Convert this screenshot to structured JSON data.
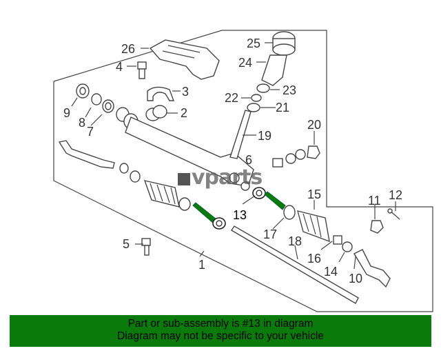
{
  "callouts": [
    {
      "id": "1",
      "text": "1"
    },
    {
      "id": "2",
      "text": "2"
    },
    {
      "id": "3",
      "text": "3"
    },
    {
      "id": "4",
      "text": "4"
    },
    {
      "id": "5",
      "text": "5"
    },
    {
      "id": "6",
      "text": "6"
    },
    {
      "id": "7",
      "text": "7"
    },
    {
      "id": "8",
      "text": "8"
    },
    {
      "id": "9",
      "text": "9"
    },
    {
      "id": "10",
      "text": "10"
    },
    {
      "id": "11",
      "text": "11"
    },
    {
      "id": "12",
      "text": "12"
    },
    {
      "id": "13",
      "text": "13"
    },
    {
      "id": "14",
      "text": "14"
    },
    {
      "id": "15",
      "text": "15"
    },
    {
      "id": "16",
      "text": "16"
    },
    {
      "id": "17",
      "text": "17"
    },
    {
      "id": "18",
      "text": "18"
    },
    {
      "id": "19",
      "text": "19"
    },
    {
      "id": "20",
      "text": "20"
    },
    {
      "id": "21",
      "text": "21"
    },
    {
      "id": "22",
      "text": "22"
    },
    {
      "id": "23",
      "text": "23"
    },
    {
      "id": "24",
      "text": "24"
    },
    {
      "id": "25",
      "text": "25"
    },
    {
      "id": "26",
      "text": "26"
    }
  ],
  "highlighted_part": "13",
  "highlight_color": "#0a7a0a",
  "watermark": {
    "text": "vparts",
    "icon": "vparts-logo-icon"
  },
  "banner": {
    "line1": "Part or sub-assembly is #13 in diagram",
    "line2": "Diagram may not be specific to your vehicle",
    "background": "#0a7a0a"
  }
}
